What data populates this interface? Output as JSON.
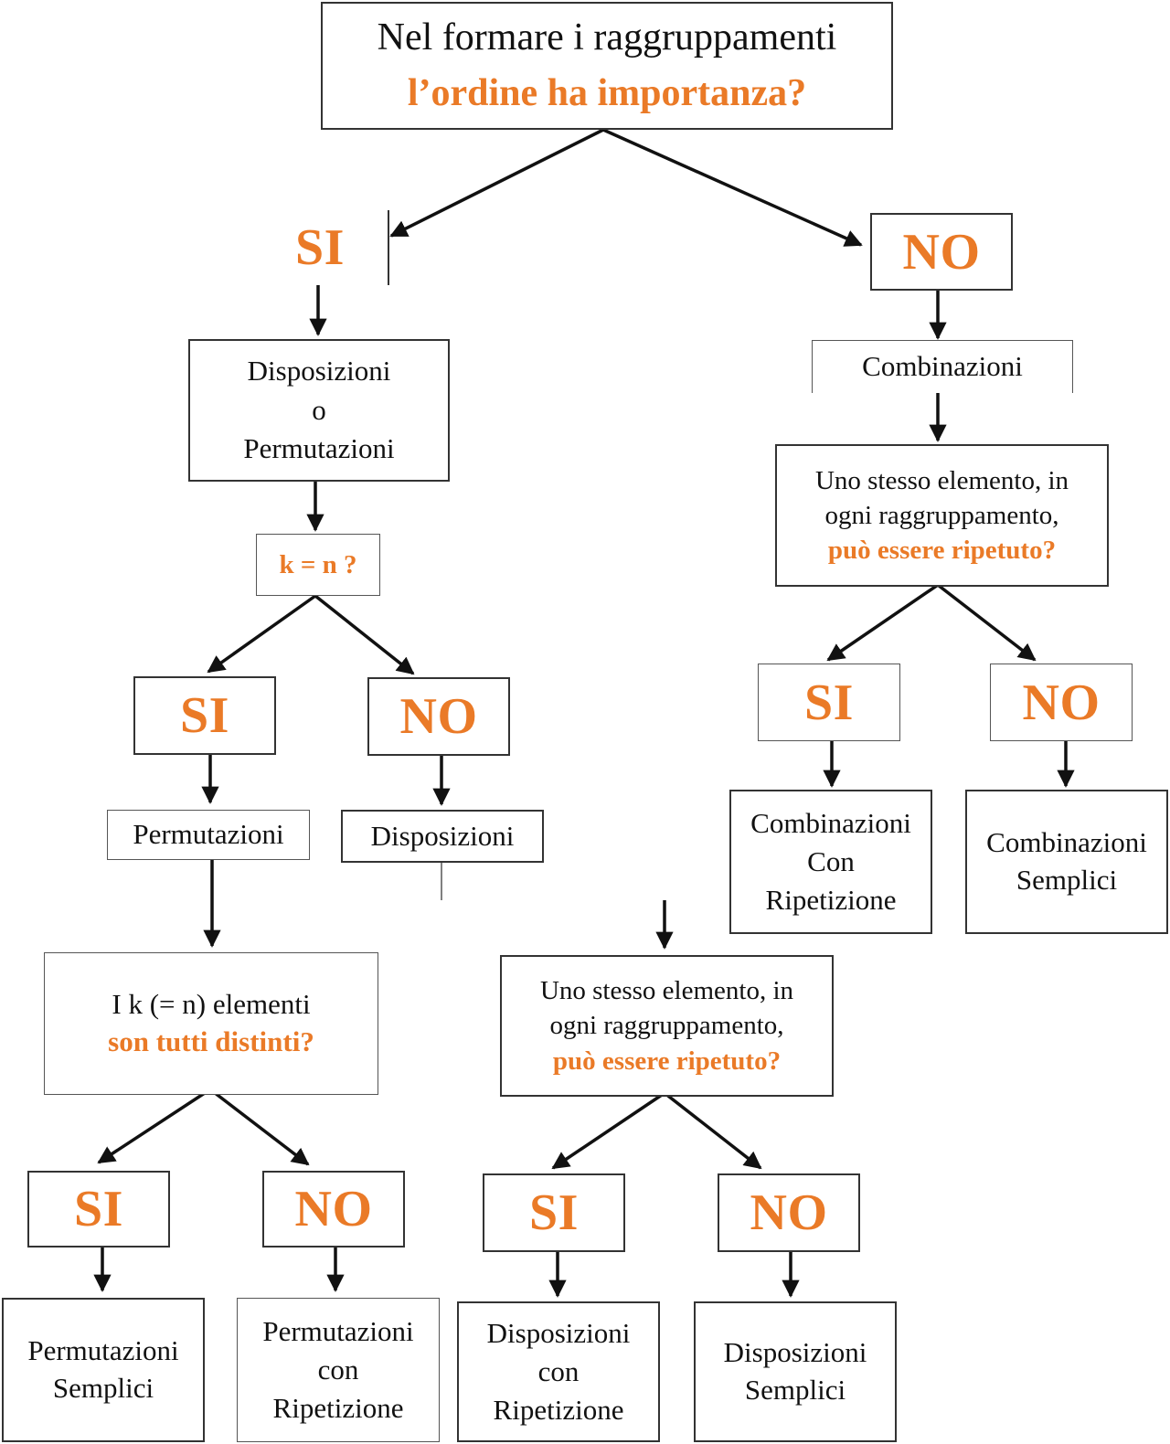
{
  "colors": {
    "accent": "#ea7a27",
    "line": "#111111"
  },
  "root": {
    "line1": "Nel formare i raggruppamenti",
    "line2": "l’ordine ha importanza?"
  },
  "left": {
    "yes": "SI",
    "result": {
      "line1": "Disposizioni",
      "line2": "o",
      "line3": "Permutazioni"
    },
    "question": "k = n ?",
    "kn_yes": {
      "answer": "SI",
      "result": "Permutazioni",
      "question": {
        "line1": "I k (= n) elementi",
        "line2": "son tutti distinti?"
      },
      "yes": {
        "answer": "SI",
        "result": {
          "line1": "Permutazioni",
          "line2": "Semplici"
        }
      },
      "no": {
        "answer": "NO",
        "result": {
          "line1": "Permutazioni",
          "line2": "con",
          "line3": "Ripetizione"
        }
      }
    },
    "kn_no": {
      "answer": "NO",
      "result": "Disposizioni",
      "question": {
        "line1": "Uno stesso elemento, in",
        "line2": "ogni raggruppamento,",
        "line3": "può essere ripetuto?"
      },
      "yes": {
        "answer": "SI",
        "result": {
          "line1": "Disposizioni",
          "line2": "con",
          "line3": "Ripetizione"
        }
      },
      "no": {
        "answer": "NO",
        "result": {
          "line1": "Disposizioni",
          "line2": "Semplici"
        }
      }
    }
  },
  "right": {
    "no": "NO",
    "result": "Combinazioni",
    "question": {
      "line1": "Uno stesso elemento, in",
      "line2": "ogni raggruppamento,",
      "line3": "può essere ripetuto?"
    },
    "yes": {
      "answer": "SI",
      "result": {
        "line1": "Combinazioni",
        "line2": "Con",
        "line3": "Ripetizione"
      }
    },
    "no_branch": {
      "answer": "NO",
      "result": {
        "line1": "Combinazioni",
        "line2": "Semplici"
      }
    }
  }
}
